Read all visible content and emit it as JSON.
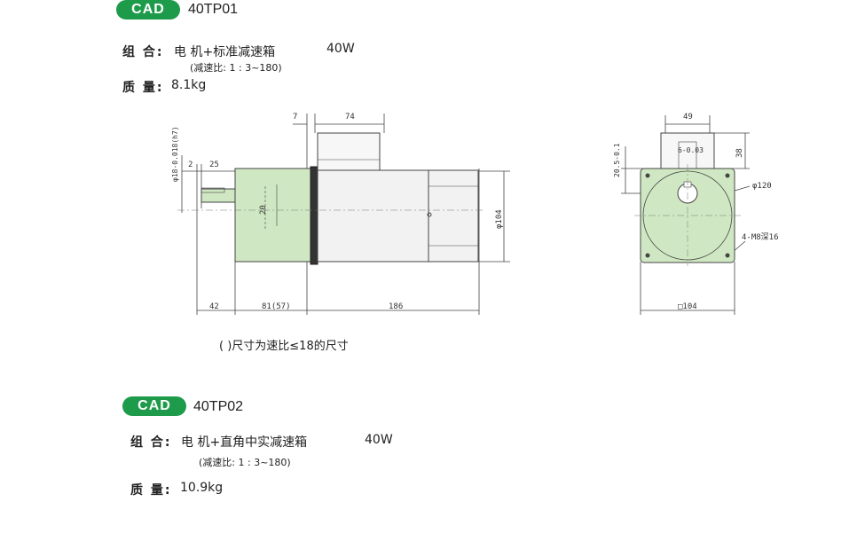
{
  "product1": {
    "cad_label": "CAD",
    "model": "40TP01",
    "composition_label": "组 合:",
    "composition_value": "电 机+标准减速箱",
    "power": "40W",
    "ratio": "(减速比: 1 : 3~180)",
    "weight_label": "质 量:",
    "weight_value": "8.1kg",
    "note": "( )尺寸为速比≤18的尺寸",
    "drawing_side": {
      "dim_7": "7",
      "dim_74": "74",
      "dim_shaft_dia": "φ18-0.018(h7)",
      "dim_2": "2",
      "dim_25": "25",
      "dim_20": "20",
      "dim_104": "φ104",
      "dim_42": "42",
      "dim_81": "81(57)",
      "dim_186": "186"
    },
    "drawing_front": {
      "dim_49": "49",
      "dim_key": "6-0.03",
      "dim_38": "38",
      "dim_20_5": "20.5-0.1",
      "dim_120": "φ120",
      "dim_m8": "4-M8深16",
      "dim_sq104": "□104"
    }
  },
  "product2": {
    "cad_label": "CAD",
    "model": "40TP02",
    "composition_label": "组 合:",
    "composition_value": "电 机+直角中实减速箱",
    "power": "40W",
    "ratio": "(减速比: 1 : 3~180)",
    "weight_label": "质 量:",
    "weight_value": "10.9kg"
  },
  "colors": {
    "badge": "#1e9b4a",
    "gearbox_fill": "#cfe8c3",
    "motor_fill": "#f2f2f2"
  }
}
